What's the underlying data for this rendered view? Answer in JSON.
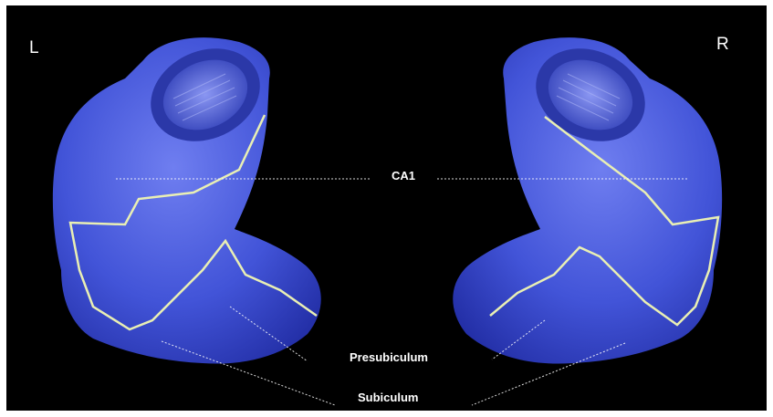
{
  "labels": {
    "left": "L",
    "right": "R",
    "ca1": "CA1",
    "presubiculum": "Presubiculum",
    "subiculum": "Subiculum"
  },
  "colors": {
    "background": "#000000",
    "surface": "#3f4fd6",
    "surface_highlight": "#7f8cf0",
    "boundary": "#e9efb4",
    "leader_line": "#ffffff"
  }
}
